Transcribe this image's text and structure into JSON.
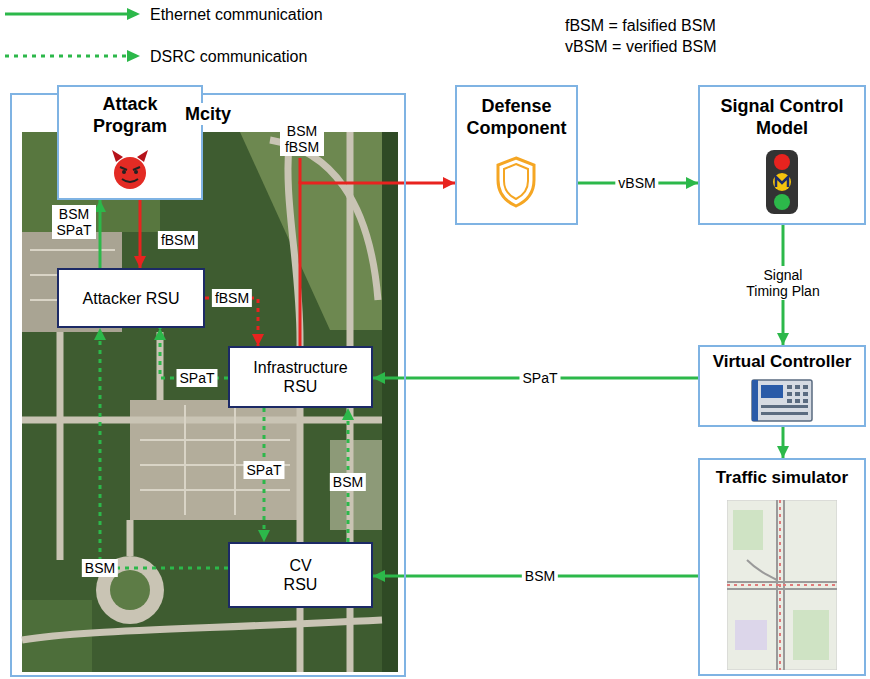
{
  "diagram": {
    "nodes": [
      {
        "text": [
          "Mcity"
        ]
      },
      {
        "text": [
          "Attack Program"
        ],
        "in": 0
      },
      {
        "text": [
          "Attacker RSU"
        ],
        "in": 0
      },
      {
        "text": [
          "Infrastructure RSU"
        ],
        "in": 0
      },
      {
        "text": [
          "CV RSU"
        ],
        "in": 0
      },
      {
        "text": [
          "Defense Component"
        ]
      },
      {
        "text": [
          "Signal Control Model"
        ]
      },
      {
        "text": [
          "Virtual Controller"
        ]
      },
      {
        "text": [
          "Traffic simulator"
        ]
      }
    ],
    "edges": [
      {
        "from": 1,
        "to": 2,
        "label": "fBSM",
        "arrow": "to"
      },
      {
        "from": 2,
        "to": 1,
        "label": "BSM SPaT",
        "arrow": "to"
      },
      {
        "from": 2,
        "to": 3,
        "label": "fBSM",
        "arrow": "to"
      },
      {
        "from": 3,
        "to": 5,
        "label": "BSM fBSM",
        "arrow": "to"
      },
      {
        "from": 5,
        "to": 6,
        "label": "vBSM",
        "arrow": "to"
      },
      {
        "from": 6,
        "to": 7,
        "label": "Signal Timing Plan",
        "arrow": "to"
      },
      {
        "from": 7,
        "to": 3,
        "label": "SPaT",
        "arrow": "to"
      },
      {
        "from": 7,
        "to": 8,
        "arrow": "to"
      },
      {
        "from": 8,
        "to": 4,
        "label": "BSM",
        "arrow": "to"
      },
      {
        "from": 3,
        "to": 2,
        "label": "SPaT",
        "arrow": "to"
      },
      {
        "from": 3,
        "to": 4,
        "label": "SPaT",
        "arrow": "to"
      },
      {
        "from": 4,
        "to": 3,
        "label": "BSM",
        "arrow": "to"
      },
      {
        "from": 4,
        "to": 2,
        "label": "BSM",
        "arrow": "to"
      }
    ],
    "labels": [
      "fBSM = falsified BSM",
      "vBSM = verified BSM"
    ],
    "legend": [
      {
        "text": "Ethernet communication"
      },
      {
        "text": "DSRC communication"
      }
    ]
  }
}
